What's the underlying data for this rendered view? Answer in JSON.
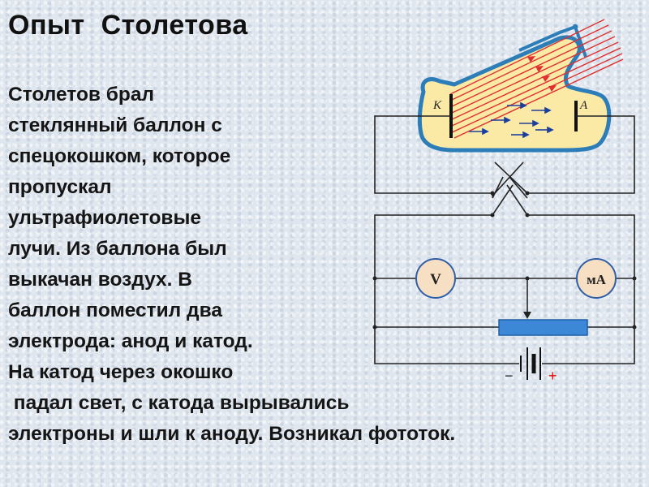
{
  "title": "Опыт  Столетова",
  "body_lines": [
    "Столетов брал",
    "стеклянный баллон с",
    "спецокошком, которое",
    "пропускал",
    "ультрафиолетовые",
    "лучи. Из баллона был",
    "выкачан воздух. В",
    "баллон поместил два",
    "электрода: анод и катод.",
    "На катод через окошко",
    " падал свет, с катода вырывались",
    "электроны и шли к аноду. Возникал фототок."
  ],
  "diagram": {
    "cathode_label": "K",
    "anode_label": "A",
    "voltmeter_label": "V",
    "milliammeter_label": "мА",
    "minus_label": "−",
    "plus_label": "+"
  },
  "colors": {
    "wire": "#222222",
    "bulb_glass": "#2c7db8",
    "bulb_fill": "#fbeaa6",
    "light_rays": "#e03131",
    "electron_arrows": "#1c3f9e",
    "meter_fill": "#f7dfc3",
    "meter_stroke": "#2e5fa8",
    "rheostat": "#3d88d6",
    "plus_sign": "#e00000"
  }
}
